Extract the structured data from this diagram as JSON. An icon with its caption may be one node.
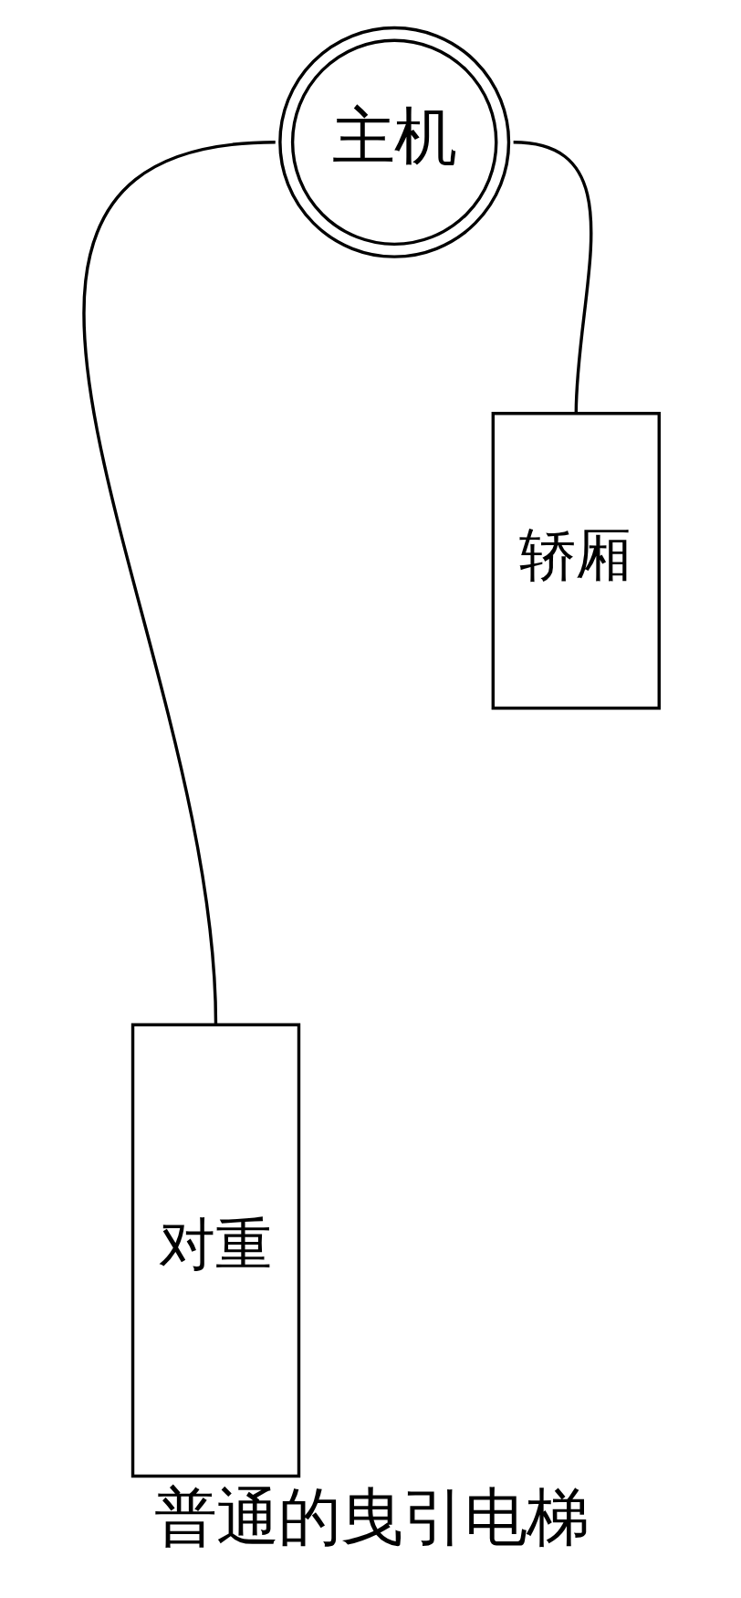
{
  "diagram": {
    "caption": "普通的曳引电梯",
    "nodes": [
      {
        "text": [
          "主机"
        ]
      },
      {
        "text": [
          "轿厢"
        ]
      },
      {
        "text": [
          "对重"
        ]
      }
    ],
    "edges": [
      {
        "from": 0,
        "to": 1,
        "arrow": "none"
      },
      {
        "from": 0,
        "to": 2,
        "arrow": "none"
      }
    ]
  }
}
